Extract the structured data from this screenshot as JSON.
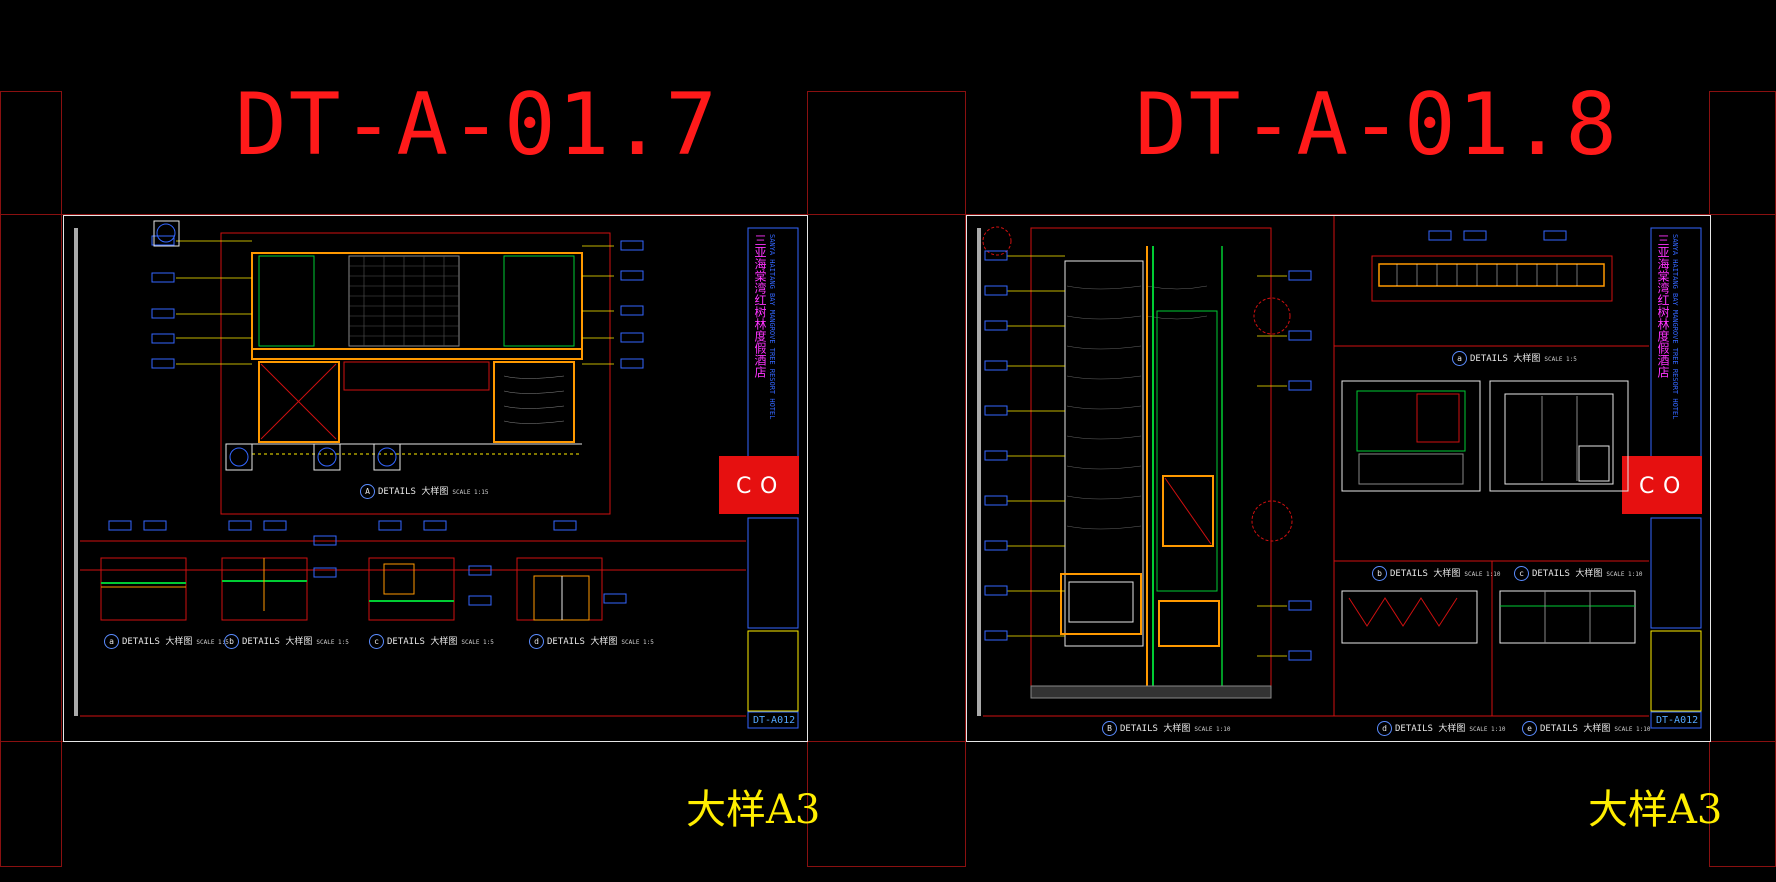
{
  "sheets": [
    {
      "title": "DT-A-01.7",
      "scale_label": "大样A3",
      "sheet_no": "DT-A012",
      "project_cn": "三亚海棠湾红树林度假酒店",
      "project_en": "SANYA HAITANG BAY MANGROVE TREE RESORT HOTEL",
      "details": [
        {
          "id": "A",
          "label": "DETAILS",
          "sub": "大样图",
          "scale": "SCALE 1:15"
        },
        {
          "id": "a",
          "label": "DETAILS",
          "sub": "大样图",
          "scale": "SCALE 1:5"
        },
        {
          "id": "b",
          "label": "DETAILS",
          "sub": "大样图",
          "scale": "SCALE 1:5"
        },
        {
          "id": "c",
          "label": "DETAILS",
          "sub": "大样图",
          "scale": "SCALE 1:5"
        },
        {
          "id": "d",
          "label": "DETAILS",
          "sub": "大样图",
          "scale": "SCALE 1:5"
        }
      ]
    },
    {
      "title": "DT-A-01.8",
      "scale_label": "大样A3",
      "sheet_no": "DT-A012",
      "project_cn": "三亚海棠湾红树林度假酒店",
      "project_en": "SANYA HAITANG BAY MANGROVE TREE RESORT HOTEL",
      "details": [
        {
          "id": "a",
          "label": "DETAILS",
          "sub": "大样图",
          "scale": "SCALE 1:5"
        },
        {
          "id": "b",
          "label": "DETAILS",
          "sub": "大样图",
          "scale": "SCALE 1:10"
        },
        {
          "id": "c",
          "label": "DETAILS",
          "sub": "大样图",
          "scale": "SCALE 1:10"
        },
        {
          "id": "B",
          "label": "DETAILS",
          "sub": "大样图",
          "scale": "SCALE 1:10"
        },
        {
          "id": "d",
          "label": "DETAILS",
          "sub": "大样图",
          "scale": "SCALE 1:10"
        },
        {
          "id": "e",
          "label": "DETAILS",
          "sub": "大样图",
          "scale": "SCALE 1:10"
        }
      ]
    }
  ],
  "colors": {
    "background": "#000000",
    "title_red": "#ff1a1a",
    "frame_dark_red": "#8a1010",
    "paper_border": "#e6e6e6",
    "label_yellow": "#ffee00",
    "tag_blue": "#3366ff",
    "line_red": "#d01010",
    "line_green": "#00cc33",
    "line_orange": "#ff9900",
    "line_white": "#e6e6e6",
    "title_magenta": "#ff33ff"
  }
}
